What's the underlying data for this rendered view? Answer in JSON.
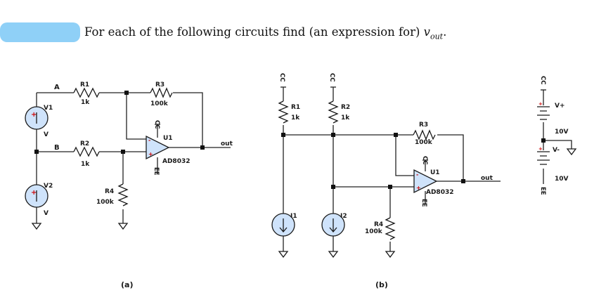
{
  "heading": {
    "prefix": "For each of the following circuits find (an expression for)",
    "var": "v",
    "sub": "out",
    "suffix": "."
  },
  "circuit_a": {
    "caption": "(a)",
    "nodes": {
      "a": "A",
      "b": "B"
    },
    "r1": {
      "name": "R1",
      "value": "1k"
    },
    "r2": {
      "name": "R2",
      "value": "1k"
    },
    "r3": {
      "name": "R3",
      "value": "100k"
    },
    "r4": {
      "name": "R4",
      "value": "100k"
    },
    "v1": {
      "name": "V1",
      "value": "V"
    },
    "v2": {
      "name": "V2",
      "value": "V"
    },
    "opamp": {
      "name": "U1",
      "part": "AD8032",
      "vcc": "CC",
      "vee": "EE"
    },
    "out": "out"
  },
  "circuit_b": {
    "caption": "(b)",
    "r1": {
      "name": "R1",
      "value": "1k"
    },
    "r2": {
      "name": "R2",
      "value": "1k"
    },
    "r3": {
      "name": "R3",
      "value": "100k"
    },
    "r4": {
      "name": "R4",
      "value": "100k"
    },
    "i1": {
      "name": "I1"
    },
    "i2": {
      "name": "I2"
    },
    "opamp": {
      "name": "U1",
      "part": "AD8032",
      "vcc": "CC",
      "vee": "EE"
    },
    "vcc_top": "CC",
    "out": "out"
  },
  "supply": {
    "vplus": "V+",
    "vminus": "V-",
    "top_value": "10V",
    "bottom_value": "10V",
    "vcc": "CC",
    "vee": "EE"
  }
}
